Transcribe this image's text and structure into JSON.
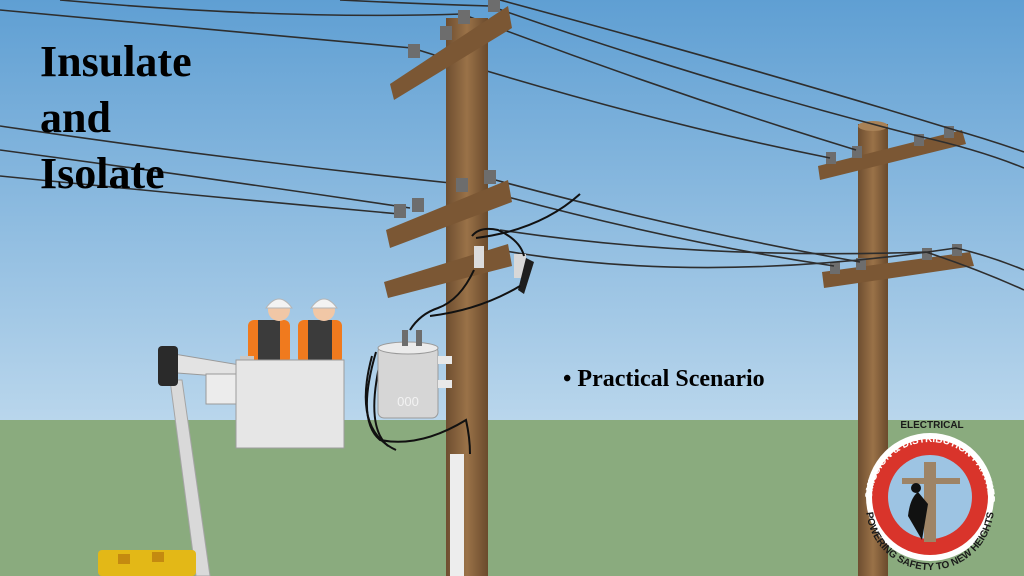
{
  "slide": {
    "title_lines": [
      "Insulate",
      "and",
      "Isolate"
    ],
    "bullet": "Practical Scenario",
    "bullet_marker": "•"
  },
  "equipment": {
    "meter_label": "000"
  },
  "logo": {
    "top_text": "ELECTRICAL",
    "ring_upper_text": "TRANSMISSION & DISTRIBUTION PARTNERSHIP",
    "ring_lower_text": "POWERING SAFETY TO NEW HEIGHTS",
    "accent_color": "#d9342b"
  },
  "colors": {
    "sky_top": "#5f9fd3",
    "sky_bottom": "#b9d6ec",
    "ground": "#8aab7e",
    "pole_wood": "#8a6440",
    "worker_vest": "#f07a1e",
    "bucket": "#e6e6e6"
  }
}
